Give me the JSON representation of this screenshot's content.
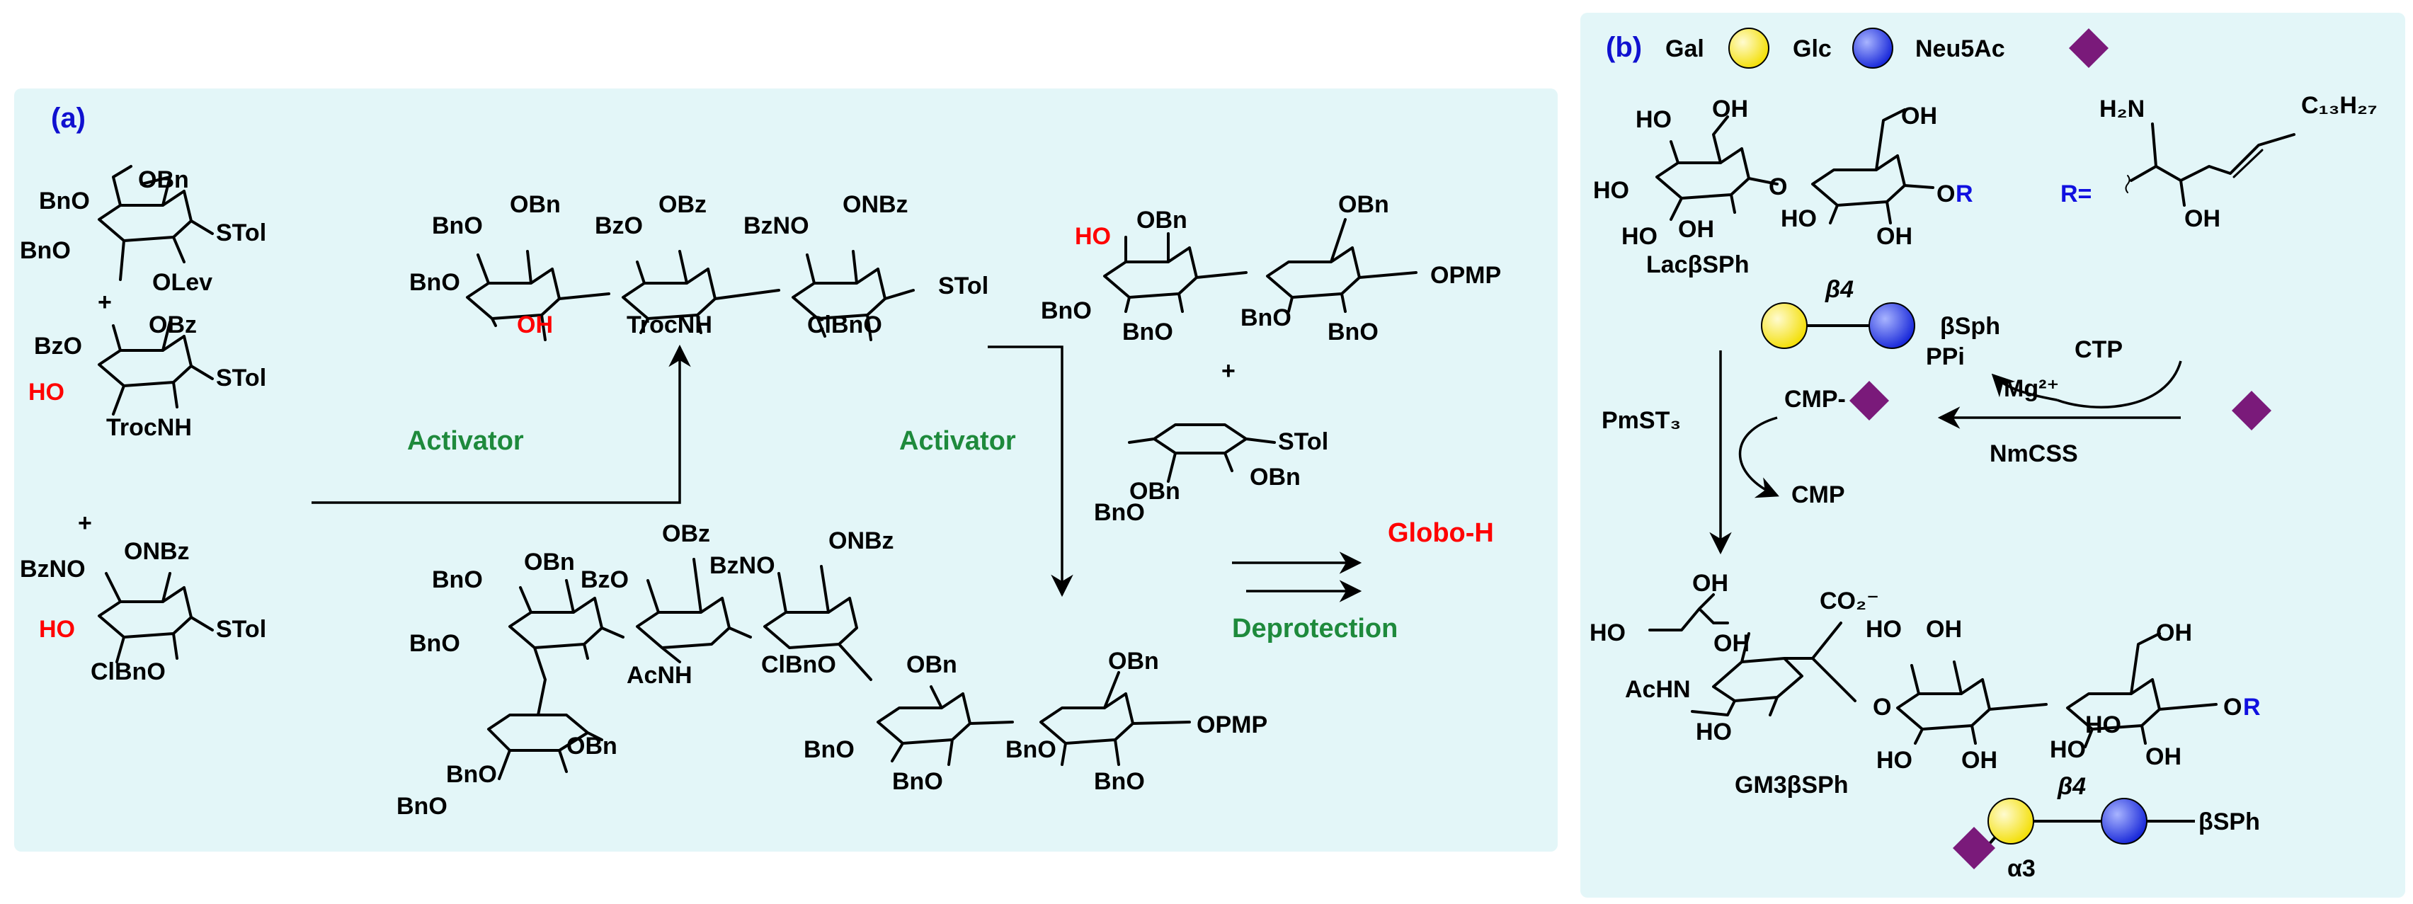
{
  "panel_a": {
    "label": "(a)",
    "donor1": {
      "l1": "OBn",
      "l2": "BnO",
      "l3": "BnO",
      "l4": "STol",
      "l5": "OLev"
    },
    "plus1": "+",
    "acceptor1": {
      "l1": "OBz",
      "l2": "BzO",
      "l3": "HO",
      "l4": "STol",
      "l5": "TrocNH"
    },
    "plus2": "+",
    "acceptor2": {
      "l1": "ONBz",
      "l2": "BzNO",
      "l3": "HO",
      "l4": "STol",
      "l5": "ClBnO"
    },
    "activator1": "Activator",
    "trisaccharide": {
      "l1": "OBn",
      "l2": "OBz",
      "l3": "ONBz",
      "l4": "BnO",
      "l5": "BzO",
      "l6": "BzNO",
      "l7": "BnO",
      "l8": "STol",
      "l9": "OH",
      "l10": "TrocNH",
      "l11": "ClBnO"
    },
    "activator2": "Activator",
    "acceptor_lac": {
      "l1": "HO",
      "l2": "OBn",
      "l3": "OBn",
      "l4": "OPMP",
      "l5": "BnO",
      "l6": "BnO",
      "l7": "BnO",
      "l8": "BnO"
    },
    "plus3": "+",
    "fucose": {
      "l1": "STol",
      "l2": "OBn",
      "l3": "OBn",
      "l4": "BnO"
    },
    "hexasaccharide": {
      "l1": "OBn",
      "l2": "OBz",
      "l3": "ONBz",
      "l4": "BnO",
      "l5": "BzO",
      "l6": "BzNO",
      "l7": "BnO",
      "l8": "AcNH",
      "l9": "ClBnO",
      "l10": "OBn",
      "l11": "OBn",
      "l12": "OPMP",
      "l13": "OBn",
      "l14": "BnO",
      "l15": "BnO",
      "l16": "BnO",
      "l17": "BnO",
      "l18": "BnO",
      "l19": "BnO"
    },
    "product": "Globo-H",
    "deprotection": "Deprotection"
  },
  "panel_b": {
    "label": "(b)",
    "legend": [
      {
        "name": "Gal",
        "color": "#ffee33",
        "shape": "circle"
      },
      {
        "name": "Glc",
        "color": "#3344ee",
        "shape": "circle"
      },
      {
        "name": "Neu5Ac",
        "color": "#7a1a7a",
        "shape": "diamond"
      }
    ],
    "lac": {
      "l1": "HO",
      "l2": "OH",
      "l3": "OH",
      "l4": "HO",
      "l5": "O",
      "l6": "HO",
      "l7": "OH",
      "l8": "O",
      "l9": "R",
      "l10": "OH",
      "l11": "HO"
    },
    "lac_name": "LacβSPh",
    "r_label": "R=",
    "sph": {
      "l1": "H₂N",
      "l2": "OH",
      "l3": "C₁₃H₂₇"
    },
    "beta4_top": "β4",
    "bsph_top": "βSph",
    "enzyme_left": "PmST₃",
    "cmp_sia": "CMP-",
    "cmp": "CMP",
    "ppi": "PPi",
    "mg": "Mg²⁺",
    "ctp": "CTP",
    "nmcss": "NmCSS",
    "gm3": {
      "l1": "HO",
      "l2": "OH",
      "l3": "CO₂⁻",
      "l4": "OH",
      "l5": "HO",
      "l6": "OH",
      "l7": "OH",
      "l8": "AcHN",
      "l9": "HO",
      "l10": "O",
      "l11": "HO",
      "l12": "OH",
      "l13": "O",
      "l14": "R",
      "l15": "HO",
      "l16": "OH",
      "l17": "HO"
    },
    "gm3_name": "GM3βSPh",
    "beta4_bottom": "β4",
    "alpha3": "α3",
    "bsph_bottom": "βSPh"
  },
  "colors": {
    "panel_bg": "#e3f6f8",
    "activator": "#1e8a3c",
    "highlight": "#ff0000",
    "label_blue": "#1010e0",
    "gal": "#ffee33",
    "glc": "#3344ee",
    "neu5ac": "#7a1a7a"
  }
}
